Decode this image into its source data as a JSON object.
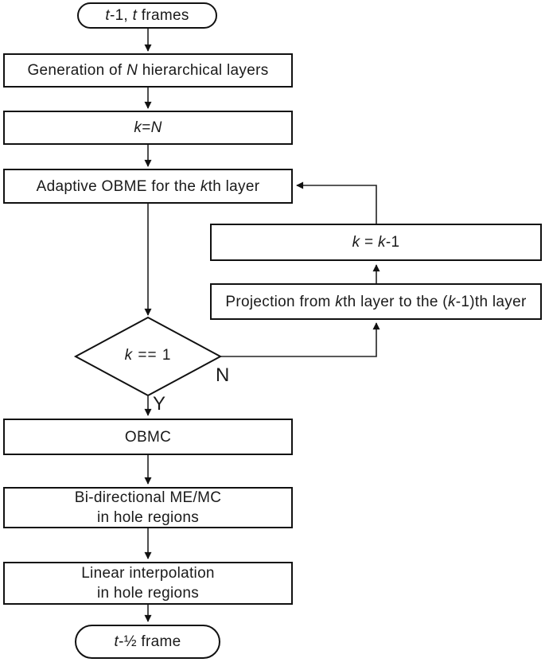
{
  "flowchart": {
    "nodes": {
      "start": {
        "shape": "terminator",
        "segments": [
          {
            "t": "t",
            "i": true
          },
          {
            "t": "-1, ",
            "i": false
          },
          {
            "t": "t",
            "i": true
          },
          {
            "t": " frames",
            "i": false
          }
        ]
      },
      "generate_layers": {
        "shape": "process",
        "segments": [
          {
            "t": "Generation of ",
            "i": false
          },
          {
            "t": "N",
            "i": true
          },
          {
            "t": " hierarchical layers",
            "i": false
          }
        ]
      },
      "init_k": {
        "shape": "process",
        "segments": [
          {
            "t": "k",
            "i": true
          },
          {
            "t": "=",
            "i": false
          },
          {
            "t": "N",
            "i": true
          }
        ]
      },
      "adaptive_obme": {
        "shape": "process",
        "segments": [
          {
            "t": "Adaptive OBME for the ",
            "i": false
          },
          {
            "t": "k",
            "i": true
          },
          {
            "t": "th layer",
            "i": false
          }
        ]
      },
      "decrement_k": {
        "shape": "process",
        "segments": [
          {
            "t": "k",
            "i": true
          },
          {
            "t": " = ",
            "i": false
          },
          {
            "t": "k",
            "i": true
          },
          {
            "t": "-1",
            "i": false
          }
        ]
      },
      "projection": {
        "shape": "process",
        "segments": [
          {
            "t": "Projection from ",
            "i": false
          },
          {
            "t": "k",
            "i": true
          },
          {
            "t": "th layer to the (",
            "i": false
          },
          {
            "t": "k",
            "i": true
          },
          {
            "t": "-1)th layer",
            "i": false
          }
        ]
      },
      "decision": {
        "shape": "decision",
        "segments": [
          {
            "t": "k",
            "i": true
          },
          {
            "t": " == 1",
            "i": false
          }
        ]
      },
      "obmc": {
        "shape": "process",
        "segments": [
          {
            "t": "OBMC",
            "i": false
          }
        ]
      },
      "bidirectional_memc": {
        "shape": "process",
        "lines": [
          "Bi-directional ME/MC",
          "in hole regions"
        ]
      },
      "linear_interpolation": {
        "shape": "process",
        "lines": [
          "Linear interpolation",
          "in hole regions"
        ]
      },
      "end": {
        "shape": "terminator",
        "segments": [
          {
            "t": "t",
            "i": true
          },
          {
            "t": "-½ frame",
            "i": false
          }
        ]
      }
    },
    "branch_labels": {
      "no": "N",
      "yes": "Y"
    },
    "colors": {
      "background": "#ffffff",
      "line": "#222222",
      "border": "#111111",
      "text": "#1a1a1a"
    }
  }
}
